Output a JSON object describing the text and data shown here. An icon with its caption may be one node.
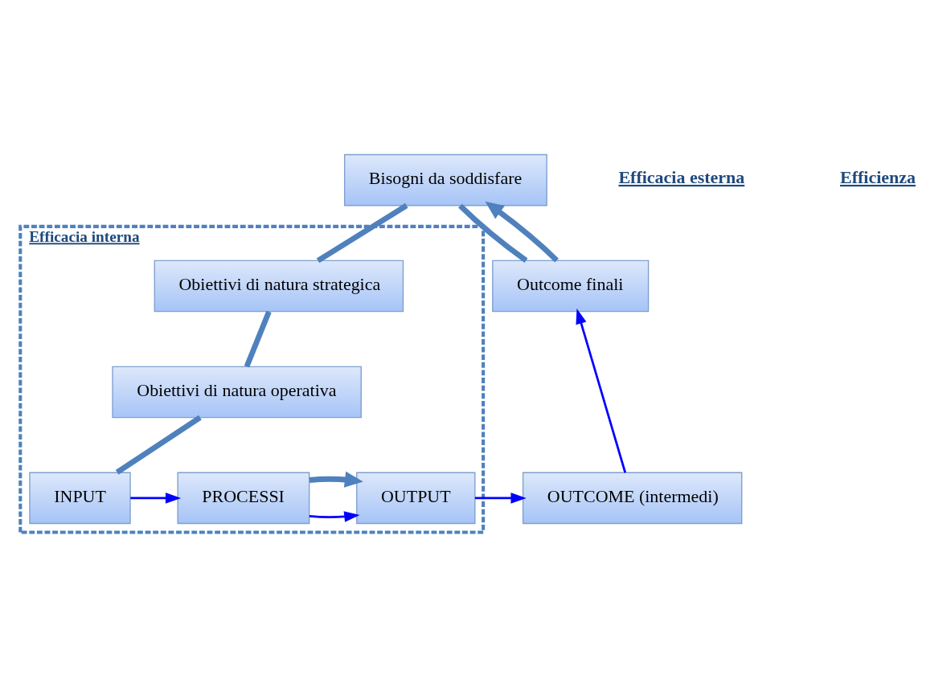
{
  "diagram": {
    "nodes": [
      {
        "text": [
          "Bisogni da soddisfare"
        ]
      },
      {
        "text": [
          "Efficacia interna"
        ]
      },
      {
        "text": [
          "Obiettivi di natura strategica"
        ],
        "in": 1
      },
      {
        "text": [
          "Outcome finali"
        ]
      },
      {
        "text": [
          "Obiettivi di natura operativa"
        ],
        "in": 1
      },
      {
        "text": [
          "INPUT"
        ],
        "in": 1
      },
      {
        "text": [
          "PROCESSI"
        ],
        "in": 1
      },
      {
        "text": [
          "OUTPUT"
        ],
        "in": 1
      },
      {
        "text": [
          "OUTCOME (intermedi)"
        ]
      }
    ],
    "edges": [
      {
        "from": 0,
        "to": 2,
        "arrow": "none"
      },
      {
        "from": 0,
        "to": 3,
        "arrow": "none"
      },
      {
        "from": 2,
        "to": 4,
        "arrow": "none"
      },
      {
        "from": 4,
        "to": 5,
        "arrow": "none"
      },
      {
        "from": 5,
        "to": 6,
        "arrow": "to",
        "color": "#0000ff"
      },
      {
        "from": 6,
        "to": 7,
        "arrow": "to",
        "color": "#0000ff"
      },
      {
        "from": 7,
        "to": 8,
        "arrow": "to",
        "color": "#0000ff"
      },
      {
        "from": 8,
        "to": 3,
        "arrow": "to",
        "color": "#0000ff"
      },
      {
        "from": 6,
        "to": 7,
        "arrow": "to"
      },
      {
        "from": 3,
        "to": 0,
        "arrow": "to"
      }
    ],
    "labels": [
      "Efficacia esterna",
      "Efficienza"
    ]
  }
}
